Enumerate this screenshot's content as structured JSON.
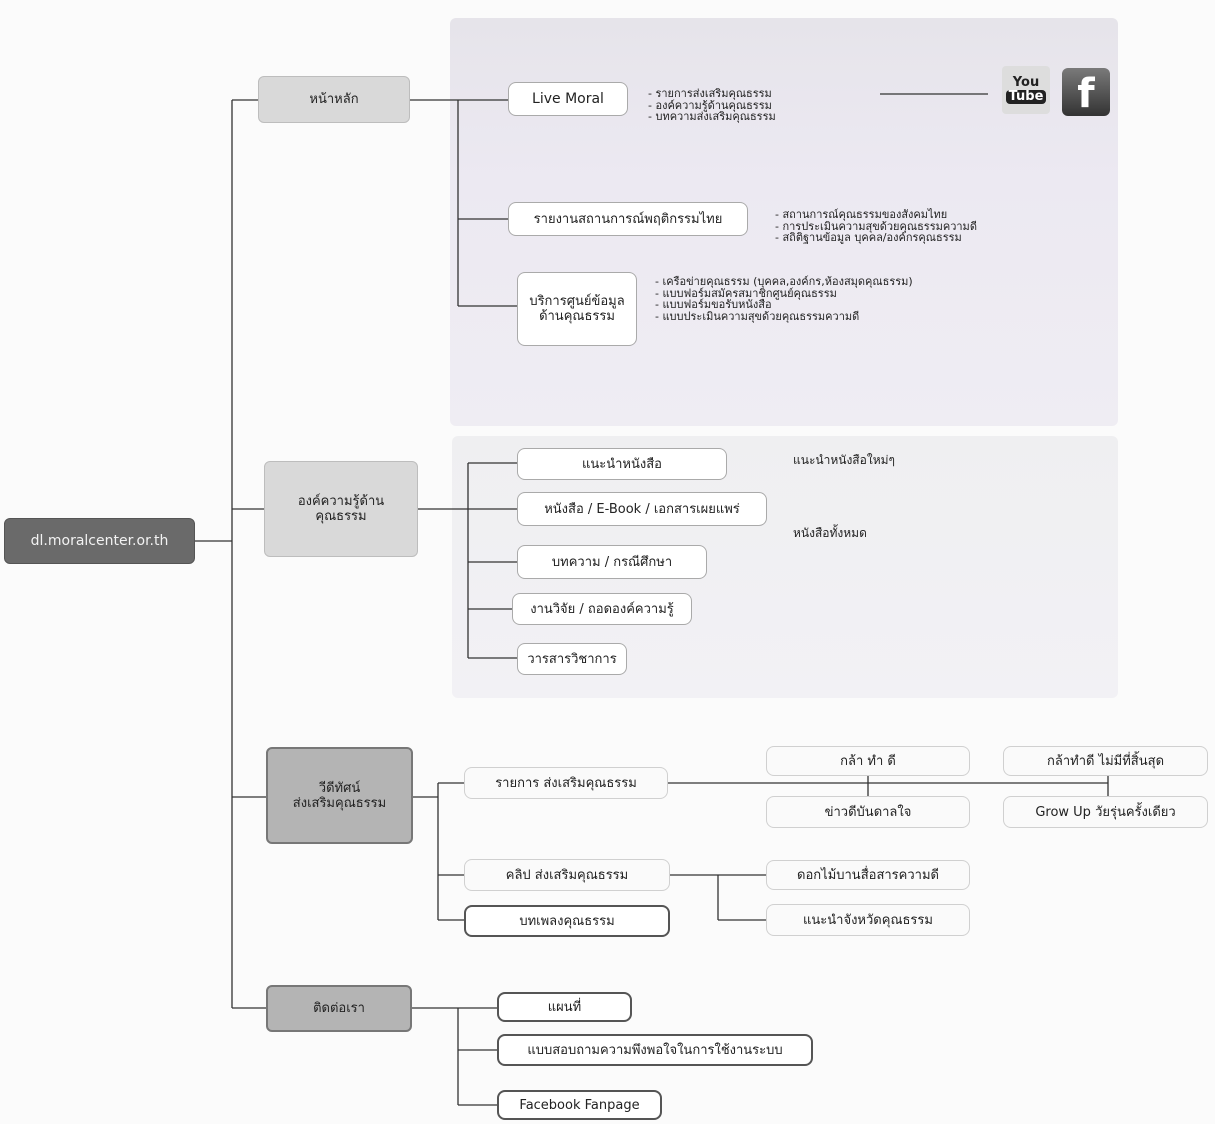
{
  "root": {
    "label": "dl.moralcenter.or.th"
  },
  "home": {
    "label": "หน้าหลัก",
    "live_moral": "Live Moral",
    "live_bullets": [
      "รายการส่งเสริมคุณธรรม",
      "องค์ความรู้ด้านคุณธรรม",
      "บทความส่งเสริมคุณธรรม"
    ],
    "report": "รายงานสถานการณ์พฤติกรรมไทย",
    "report_bullets": [
      "สถานการณ์คุณธรรมของสังคมไทย",
      "การประเมินความสุขด้วยคุณธรรมความดี",
      "สถิติฐานข้อมูล บุคคล/องค์กรคุณธรรม"
    ],
    "service_line1": "บริการศูนย์ข้อมูล",
    "service_line2": "ด้านคุณธรรม",
    "service_bullets": [
      "เครือข่ายคุณธรรม (บุคคล,องค์กร,ห้องสมุดคุณธรรม)",
      "แบบฟอร์มสมัครสมาชิกศูนย์คุณธรรม",
      "แบบฟอร์มขอรับหนังสือ",
      "แบบประเมินความสุขด้วยคุณธรรมความดี"
    ],
    "youtube_top": "You",
    "youtube_bottom": "Tube",
    "facebook_letter": "f"
  },
  "knowledge": {
    "label_line1": "องค์ความรู้ด้าน",
    "label_line2": "คุณธรรม",
    "items": [
      "แนะนำหนังสือ",
      "หนังสือ / E-Book / เอกสารเผยแพร่",
      "บทความ / กรณีศึกษา",
      "งานวิจัย / ถอดองค์ความรู้",
      "วารสารวิชาการ"
    ],
    "note_new_books": "แนะนำหนังสือใหม่ๆ",
    "note_all_books": "หนังสือทั้งหมด"
  },
  "video": {
    "label_line1": "วีดีทัศน์",
    "label_line2": "ส่งเสริมคุณธรรม",
    "program": "รายการ ส่งเสริมคุณธรรม",
    "clip": "คลิป ส่งเสริมคุณธรรม",
    "song": "บทเพลงคุณธรรม",
    "program_children": [
      "กล้า ทำ ดี",
      "ข่าวดีบันดาลใจ",
      "กล้าทำดี ไม่มีที่สิ้นสุด",
      "Grow Up วัยรุ่นครั้งเดียว"
    ],
    "clip_children": [
      "ดอกไม้บานสื่อสารความดี",
      "แนะนำจังหวัดคุณธรรม"
    ]
  },
  "contact": {
    "label": "ติดต่อเรา",
    "items": [
      "แผนที่",
      "แบบสอบถามความพึงพอใจในการใช้งานระบบ",
      "Facebook Fanpage"
    ]
  }
}
